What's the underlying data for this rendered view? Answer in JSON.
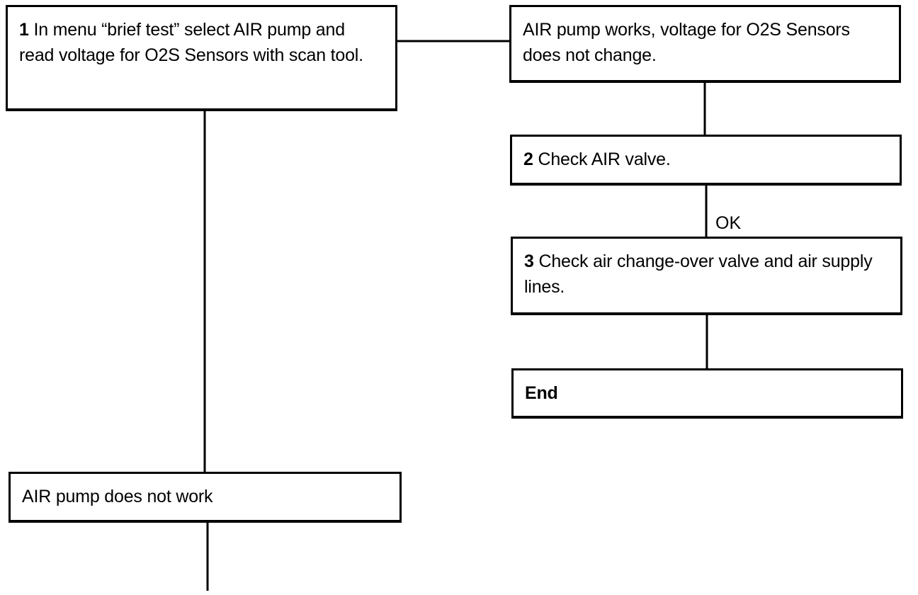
{
  "flowchart": {
    "step1": {
      "number": "1",
      "text": "In menu “brief test” select AIR pump and read voltage for O2S Sensors with scan tool."
    },
    "result_pump_works": {
      "text": "AIR pump works, voltage for O2S Sensors does not change."
    },
    "step2": {
      "number": "2",
      "text": "Check AIR valve."
    },
    "edge_ok": {
      "label": "OK"
    },
    "step3": {
      "number": "3",
      "text": "Check air change-over valve and air supply lines."
    },
    "end": {
      "text": "End"
    },
    "result_pump_fails": {
      "text": "AIR pump does not work"
    }
  }
}
